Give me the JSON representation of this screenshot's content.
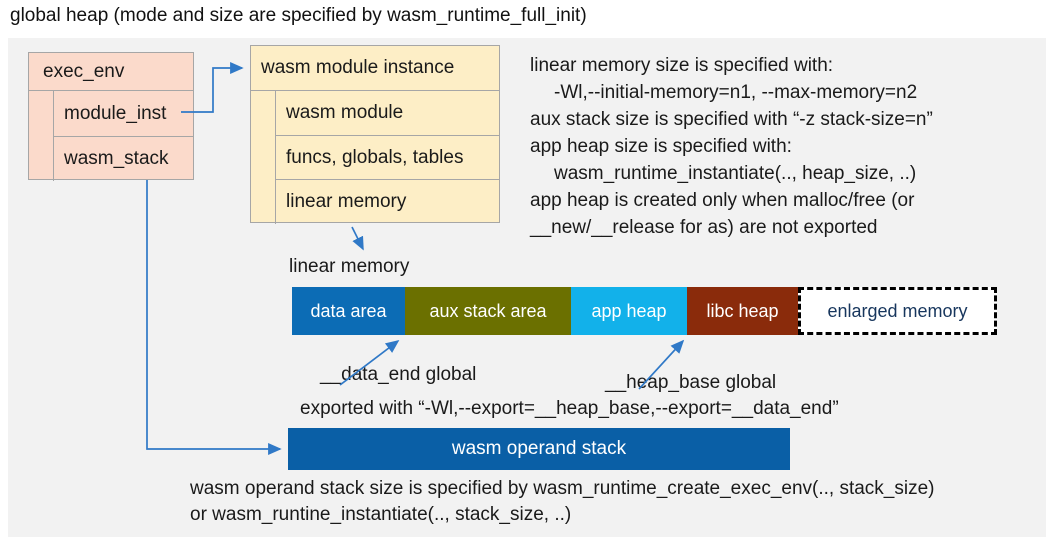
{
  "title": "global heap (mode and size are specified by wasm_runtime_full_init)",
  "exec_env_box": {
    "header": "exec_env",
    "rows": [
      {
        "label": "module_inst"
      },
      {
        "label": "wasm_stack"
      }
    ]
  },
  "module_instance_box": {
    "header": "wasm module instance",
    "rows": [
      {
        "label": "wasm module"
      },
      {
        "label": "funcs, globals, tables"
      },
      {
        "label": "linear memory"
      }
    ]
  },
  "side_notes": {
    "lines": [
      "linear memory size is specified with:",
      "-Wl,--initial-memory=n1, --max-memory=n2",
      "aux stack size is specified with “-z stack-size=n”",
      "app heap size is specified with:",
      "wasm_runtime_instantiate(.., heap_size, ..)",
      "app heap is created only when malloc/free (or",
      "__new/__release for as) are not exported"
    ]
  },
  "linear_memory": {
    "label": "linear memory",
    "segments": [
      {
        "label": "data area",
        "color": "#0c6cb5",
        "text_color": "#ffffff"
      },
      {
        "label": "aux stack area",
        "color": "#6b7000",
        "text_color": "#ffffff"
      },
      {
        "label": "app heap",
        "color": "#12b1ea",
        "text_color": "#ffffff"
      },
      {
        "label": "libc heap",
        "color": "#8a2b0b",
        "text_color": "#ffffff"
      },
      {
        "label": "enlarged memory",
        "color": "#ffffff",
        "text_color": "#17365d",
        "border": "dashed"
      }
    ]
  },
  "annotations": {
    "data_end_label": "__data_end global",
    "heap_base_label": "__heap_base global",
    "export_note": "exported with “-Wl,--export=__heap_base,--export=__data_end”"
  },
  "operand_stack": {
    "label": "wasm operand stack",
    "notes": [
      "wasm operand stack size is specified by wasm_runtime_create_exec_env(.., stack_size)",
      "or wasm_runtine_instantiate(.., stack_size, ..)"
    ]
  },
  "colors": {
    "canvas_bg": "#f2f2f2",
    "pink_box": "#fbdacb",
    "yellow_box": "#fdeec6",
    "box_border": "#a6a6a6",
    "connector_blue": "#3079c7",
    "operand_stack_fill": "#0a5fa6"
  }
}
